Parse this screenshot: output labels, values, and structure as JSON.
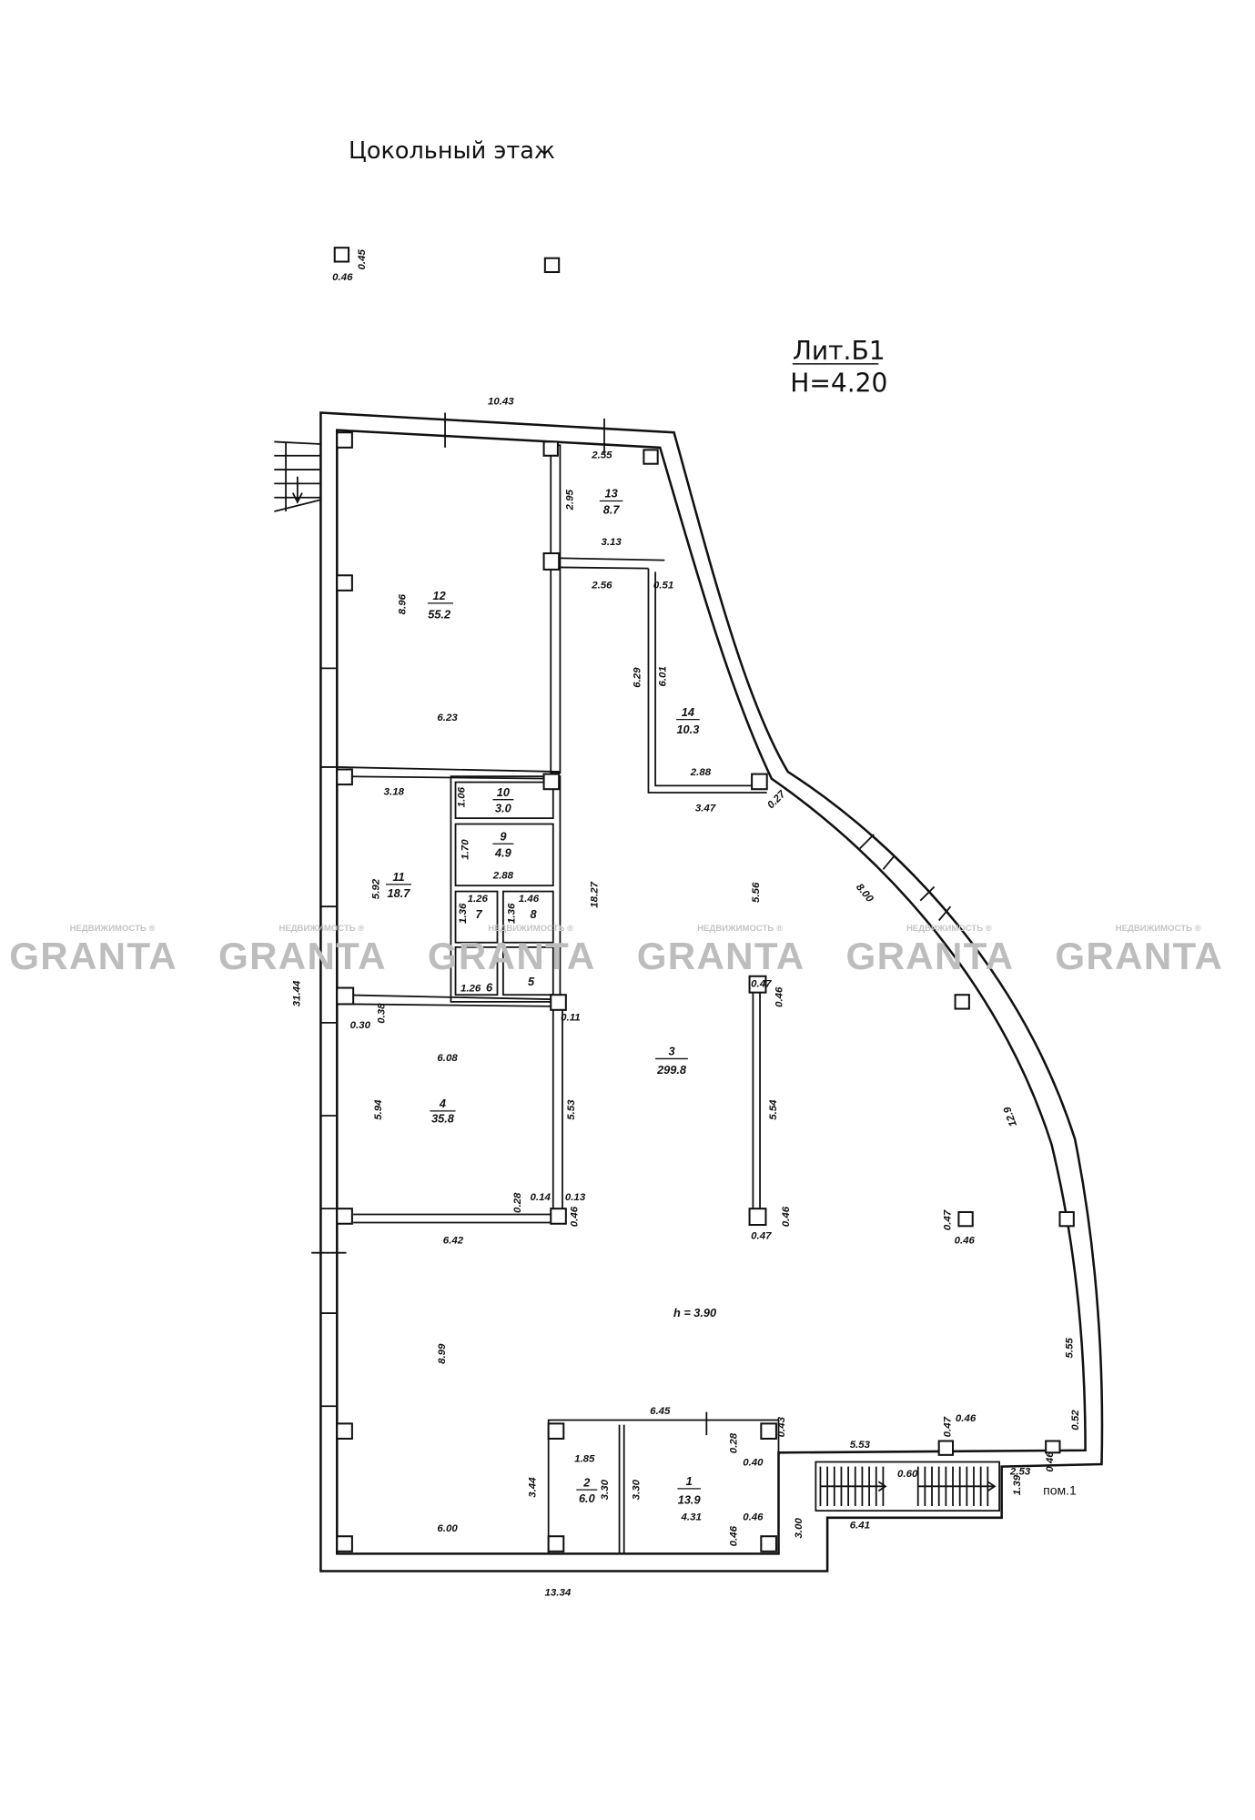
{
  "title": "Цокольный этаж",
  "lit": {
    "name": "Лит.Б1",
    "height": "H=4.20"
  },
  "ceiling_note": "h = 3.90",
  "stair_label": "пом.1",
  "watermark": {
    "brand": "GRANTA",
    "sub": "НЕДВИЖИМОСТЬ ®"
  },
  "rooms": [
    {
      "no": "1",
      "area": "13.9"
    },
    {
      "no": "2",
      "area": "6.0"
    },
    {
      "no": "3",
      "area": "299.8"
    },
    {
      "no": "4",
      "area": "35.8"
    },
    {
      "no": "5",
      "area": ""
    },
    {
      "no": "6",
      "area": ""
    },
    {
      "no": "7",
      "area": ""
    },
    {
      "no": "8",
      "area": ""
    },
    {
      "no": "9",
      "area": "4.9"
    },
    {
      "no": "10",
      "area": "3.0"
    },
    {
      "no": "11",
      "area": "18.7"
    },
    {
      "no": "12",
      "area": "55.2"
    },
    {
      "no": "13",
      "area": "8.7"
    },
    {
      "no": "14",
      "area": "10.3"
    }
  ],
  "dims": {
    "top": "10.43",
    "r13_top": "2.55",
    "r13_side": "2.95",
    "r13_bottom": "3.13",
    "corr_top": "2.56",
    "r14_top": "0.51",
    "r12_side": "8.96",
    "corr_side": "6.29",
    "r14_side": "6.01",
    "r12_bottom": "6.23",
    "r14_bottom": "2.88",
    "r14_outer": "3.47",
    "joint": "0.27",
    "r11_top": "3.18",
    "r10_side": "1.06",
    "r9_side": "1.70",
    "r9_bottom": "2.88",
    "r11_side": "5.92",
    "r7_top": "1.26",
    "r7_side": "1.36",
    "r8_top": "1.46",
    "r8_side": "1.36",
    "corr_len": "18.27",
    "hall_side": "5.56",
    "curve_a": "8.00",
    "r6_top": "1.26",
    "left_total": "31.44",
    "n030": "0.30",
    "n038": "0.38",
    "n011": "0.11",
    "col1_a": "0.47",
    "col1_b": "0.46",
    "r4_top": "6.08",
    "r4_side": "5.94",
    "r4_right": "5.53",
    "part_len": "5.54",
    "curve_b": "12.9",
    "n028": "0.28",
    "n014": "0.14",
    "n013": "0.13",
    "n046a": "0.46",
    "col2_b": "0.46",
    "col2_a": "0.47",
    "col3_a": "0.47",
    "col3_b": "0.46",
    "r4_bottom": "6.42",
    "hall_left": "8.99",
    "curve_c": "5.55",
    "r1_top": "6.45",
    "n043": "0.43",
    "front": "5.53",
    "pil_a": "0.47",
    "pil_b": "0.46",
    "front2": "2.53",
    "pil2_a": "0.46",
    "pil2_b": "0.52",
    "n028b": "0.28",
    "n040": "0.40",
    "r2_top": "1.85",
    "r2_left": "3.44",
    "r2_side": "3.30",
    "r1_side": "3.30",
    "stair_gap": "0.60",
    "stair_w": "1.39",
    "r1_bottom": "4.31",
    "n046c": "0.46",
    "n046d": "0.46",
    "stair_side": "3.00",
    "stair_len": "6.41",
    "hall_bottom": "6.00",
    "bottom": "13.34",
    "sq_a": "0.46",
    "sq_b": "0.45"
  }
}
